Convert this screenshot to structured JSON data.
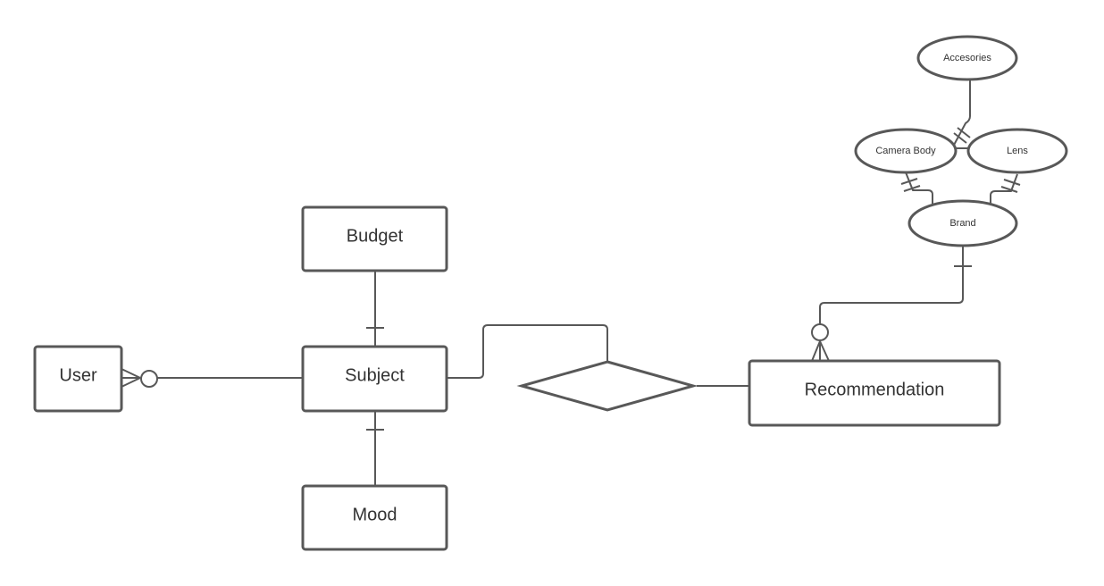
{
  "entities": {
    "user": "User",
    "subject": "Subject",
    "budget": "Budget",
    "mood": "Mood",
    "recommendation": "Recommendation"
  },
  "attributes": {
    "accessories": "Accesories",
    "camera_body": "Camera Body",
    "lens": "Lens",
    "brand": "Brand"
  },
  "relationship": {
    "label": ""
  },
  "colors": {
    "stroke": "#585858",
    "fill": "#ffffff",
    "text": "#333333"
  }
}
